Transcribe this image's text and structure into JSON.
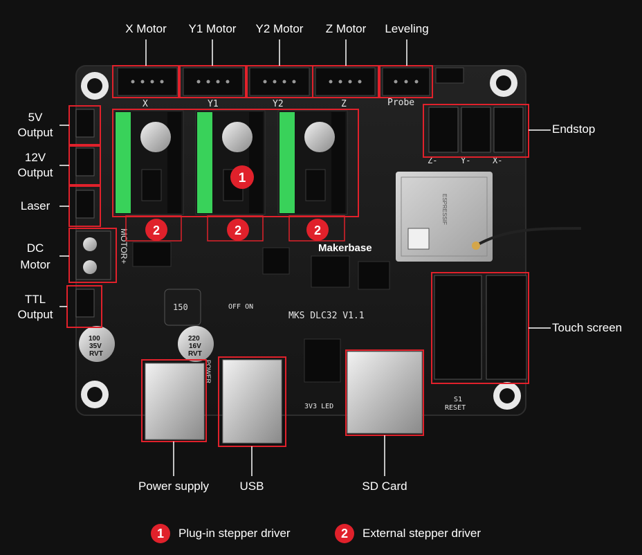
{
  "top_labels": {
    "x_motor": "X Motor",
    "y1_motor": "Y1 Motor",
    "y2_motor": "Y2 Motor",
    "z_motor": "Z Motor",
    "leveling": "Leveling"
  },
  "left_labels": {
    "v5_line1": "5V",
    "v5_line2": "Output",
    "v12_line1": "12V",
    "v12_line2": "Output",
    "laser": "Laser",
    "dc_line1": "DC",
    "dc_line2": "Motor",
    "ttl_line1": "TTL",
    "ttl_line2": "Output"
  },
  "right_labels": {
    "endstop": "Endstop",
    "touch_screen": "Touch screen"
  },
  "bottom_labels": {
    "power_supply": "Power supply",
    "usb": "USB",
    "sd_card": "SD Card"
  },
  "silkscreen": {
    "x": "X",
    "y1": "Y1",
    "y2": "Y2",
    "z": "Z",
    "probe": "Probe",
    "makerbase": "Makerbase",
    "board_name": "MKS DLC32 V1.1",
    "motor": "MOTOR+",
    "power": "POWER",
    "reset": "RESET",
    "s1": "S1",
    "led": "3V3 LED",
    "cap_small": "100\n35V\nRVT",
    "cap_left_l1": "100",
    "cap_left_l2": "35V",
    "cap_left_l3": "RVT",
    "cap_big_l1": "220",
    "cap_big_l2": "16V",
    "cap_big_l3": "RVT",
    "inductor": "150",
    "endstop_z": "Z-",
    "endstop_y": "Y-",
    "endstop_x": "X-",
    "off_on": "OFF ON",
    "espressif": "ESPRESSIF"
  },
  "callouts": {
    "one": "1",
    "two": "2"
  },
  "legend": {
    "item1_num": "1",
    "item1_text": "Plug-in stepper driver",
    "item2_num": "2",
    "item2_text": "External stepper driver"
  },
  "colors": {
    "background": "#111111",
    "pcb": "#1c1c1c",
    "highlight": "#e0212b",
    "terminal_green": "#39d25a",
    "mount_ring": "#e8e8e8"
  }
}
